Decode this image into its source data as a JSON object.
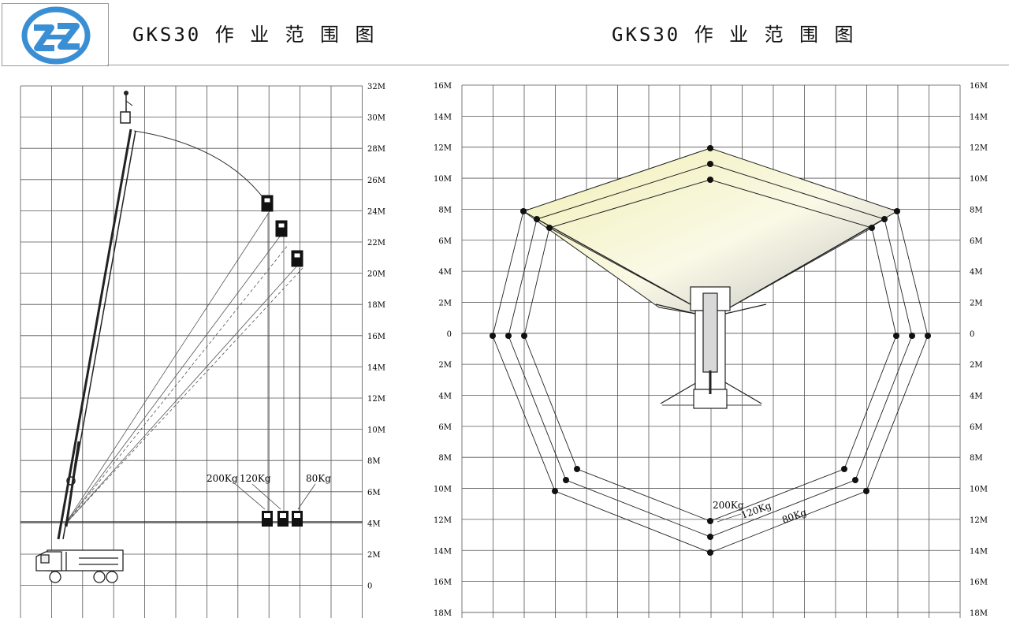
{
  "header": {
    "title_left": "GKS30 作 业 范 围 图",
    "title_right": "GKS30 作 业 范 围 图"
  },
  "colors": {
    "grid": "#555555",
    "logo_blue": "#3a8fd4",
    "envelope_fill": "#f1efb4",
    "line": "#222222"
  },
  "icons": [
    "company-logo-icon",
    "aerial-truck-side-icon",
    "work-basket-icon",
    "truck-top-view-icon"
  ],
  "side_view": {
    "axis_labels": [
      "32M",
      "30M",
      "28M",
      "26M",
      "24M",
      "22M",
      "20M",
      "18M",
      "16M",
      "14M",
      "12M",
      "10M",
      "8M",
      "6M",
      "4M",
      "2M",
      "0"
    ],
    "load_labels": {
      "heavy": "200Kg",
      "mid": "120Kg",
      "light": "80Kg"
    }
  },
  "top_view": {
    "axis_labels": [
      "16M",
      "14M",
      "12M",
      "10M",
      "8M",
      "6M",
      "4M",
      "2M",
      "0",
      "2M",
      "4M",
      "6M",
      "8M",
      "10M",
      "12M",
      "14M",
      "16M",
      "18M"
    ],
    "load_labels": {
      "heavy": "200Kg",
      "mid": "120Kg",
      "light": "80Kg"
    }
  }
}
